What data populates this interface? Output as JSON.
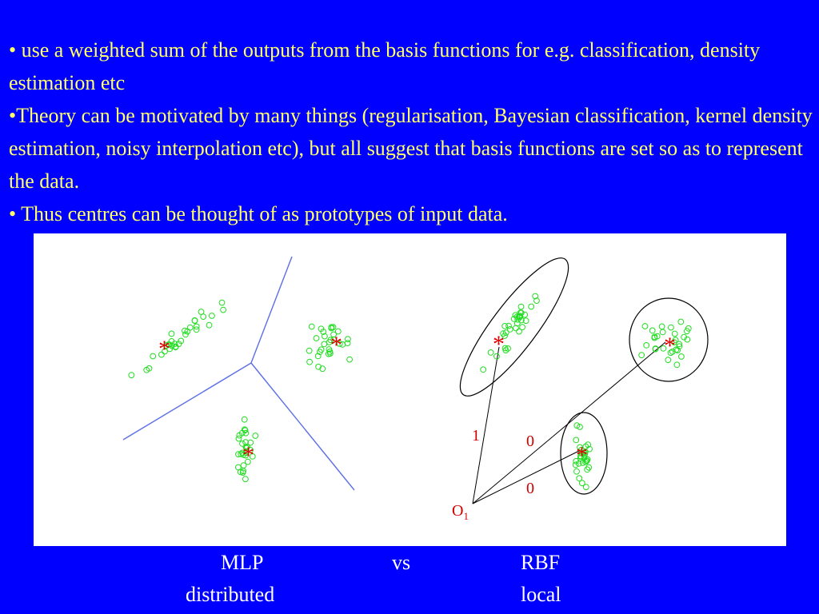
{
  "bullets": [
    "• use a weighted sum of the outputs from the basis functions for e.g. classification, density estimation etc",
    "•Theory can be motivated by many things (regularisation, Bayesian classification, kernel density estimation, noisy interpolation etc), but all suggest that basis functions are set so as to represent the data.",
    "• Thus centres can be thought of as prototypes of input data."
  ],
  "diagram": {
    "centre_symbol": "*",
    "weights": [
      "1",
      "0",
      "0"
    ],
    "output_label": "O",
    "output_subscript": "1"
  },
  "captions": {
    "mlp": "MLP",
    "vs": "vs",
    "rbf": "RBF",
    "distributed": "distributed",
    "local": "local"
  },
  "colors": {
    "background": "#0000ff",
    "bullet_text": "#ffff66",
    "caption_text": "#ffffff",
    "data_points": "#22dd22",
    "centres": "#e00000",
    "mlp_boundaries": "#5c6fe6"
  }
}
